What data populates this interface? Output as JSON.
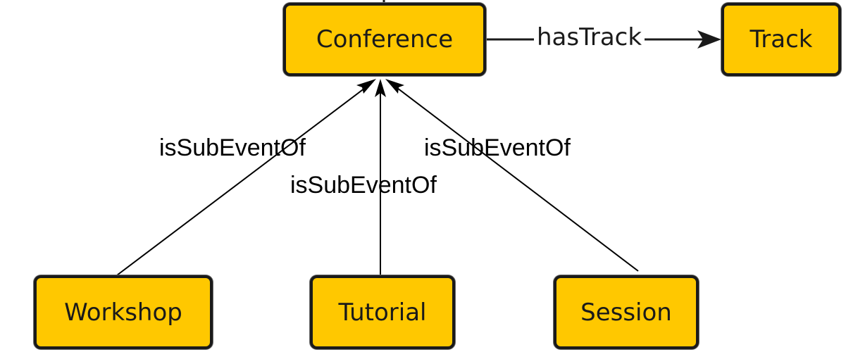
{
  "diagram": {
    "nodes": {
      "conference": "Conference",
      "track": "Track",
      "workshop": "Workshop",
      "tutorial": "Tutorial",
      "session": "Session"
    },
    "edges": {
      "has_track": "hasTrack",
      "workshop_sub": "isSubEventOf",
      "tutorial_sub": "isSubEventOf",
      "session_sub": "isSubEventOf"
    },
    "colors": {
      "node_fill": "#FFC800",
      "node_border": "#1a1a1a",
      "edge": "#000000"
    }
  }
}
